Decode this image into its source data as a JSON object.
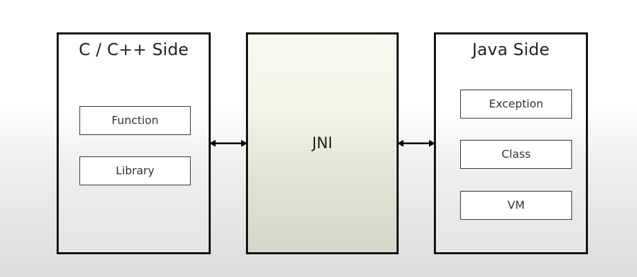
{
  "diagram": {
    "left_panel": {
      "title": "C / C++ Side",
      "items": [
        "Function",
        "Library"
      ]
    },
    "center_panel": {
      "label": "JNI",
      "fill_color": "#eef3e0"
    },
    "right_panel": {
      "title": "Java Side",
      "items": [
        "Exception",
        "Class",
        "VM"
      ]
    },
    "connectors": [
      {
        "from": "C / C++ Side",
        "to": "JNI",
        "type": "double-arrow"
      },
      {
        "from": "JNI",
        "to": "Java Side",
        "type": "double-arrow"
      }
    ],
    "colors": {
      "border": "#111111",
      "text": "#222222",
      "item_background": "#ffffff"
    }
  }
}
